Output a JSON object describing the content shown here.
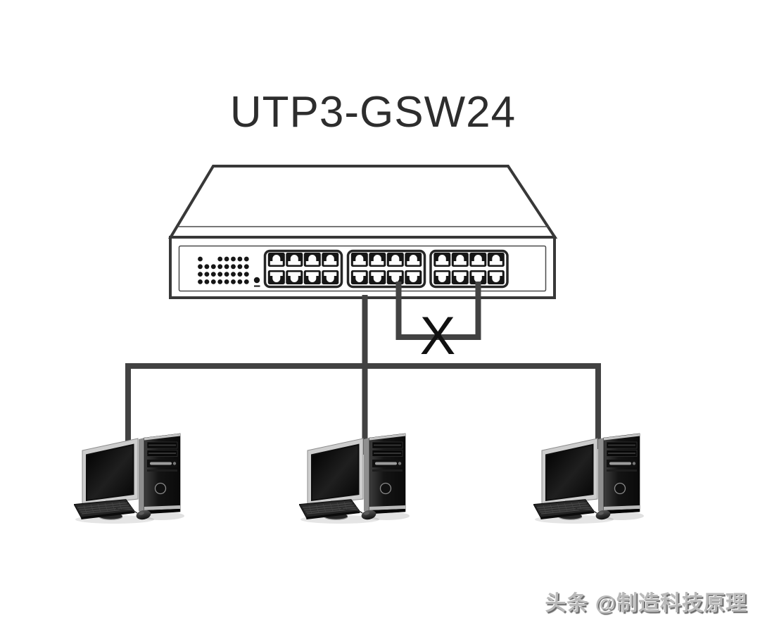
{
  "title": "UTP3-GSW24",
  "annotation": {
    "blocked_mark": "X"
  },
  "watermark": {
    "text": "头条 @制造科技原理"
  },
  "switch": {
    "port_groups": 3,
    "ports_per_group": 8,
    "total_ports": 24,
    "led_matrix": [
      "10011111",
      "11111111",
      "11111111",
      "11111111"
    ]
  },
  "computers": {
    "count": 3
  },
  "connections": {
    "uplink_to_pcs": 3,
    "loop_between_ports": 1
  },
  "colors": {
    "line": "#383838",
    "cable": "#424242",
    "mark": "#111111",
    "title-color": "#2d2d2d",
    "watermark-color": "#b9b9b9",
    "background": "#ffffff"
  }
}
